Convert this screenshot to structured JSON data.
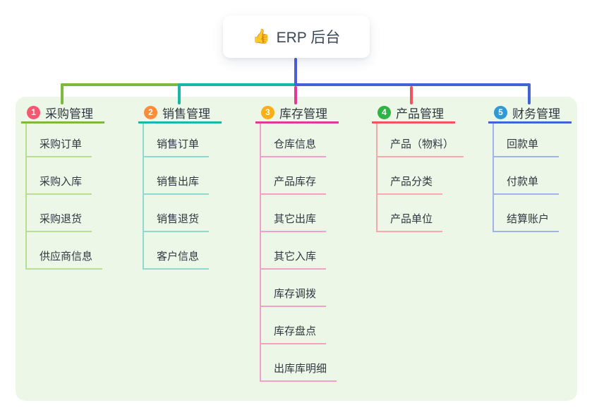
{
  "root": {
    "icon": "👍",
    "label": "ERP 后台"
  },
  "canvas": {
    "background": "#ffffff",
    "panel_background": "#edf7e8",
    "stem_color": "#4c60d4",
    "text_color": "#333740"
  },
  "branches": [
    {
      "badge": "1",
      "title": "采购管理",
      "badge_color": "#f8576f",
      "color": "#7cb93e",
      "light_color": "#b9dd92",
      "children": [
        "采购订单",
        "采购入库",
        "采购退货",
        "供应商信息"
      ]
    },
    {
      "badge": "2",
      "title": "销售管理",
      "badge_color": "#ff8c3a",
      "color": "#17b8a6",
      "light_color": "#8fd9cf",
      "children": [
        "销售订单",
        "销售出库",
        "销售退货",
        "客户信息"
      ]
    },
    {
      "badge": "3",
      "title": "库存管理",
      "badge_color": "#fbae17",
      "color": "#e13a8f",
      "light_color": "#f3a0c8",
      "children": [
        "仓库信息",
        "产品库存",
        "其它出库",
        "其它入库",
        "库存调拨",
        "库存盘点",
        "出库库明细"
      ]
    },
    {
      "badge": "4",
      "title": "产品管理",
      "badge_color": "#2fb344",
      "color": "#f4525d",
      "light_color": "#f9a8ad",
      "children": [
        "产品（物料）",
        "产品分类",
        "产品单位"
      ]
    },
    {
      "badge": "5",
      "title": "财务管理",
      "badge_color": "#2f9bd6",
      "color": "#4063d8",
      "light_color": "#9fb3e8",
      "children": [
        "回款单",
        "付款单",
        "结算账户"
      ]
    }
  ]
}
